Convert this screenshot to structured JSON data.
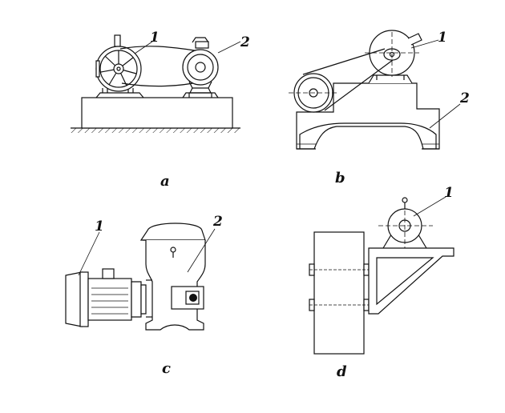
{
  "panels": {
    "a": {
      "caption": "a",
      "labels": {
        "one": "1",
        "two": "2"
      }
    },
    "b": {
      "caption": "b",
      "labels": {
        "one": "1",
        "two": "2"
      }
    },
    "c": {
      "caption": "c",
      "labels": {
        "one": "1",
        "two": "2"
      }
    },
    "d": {
      "caption": "d",
      "labels": {
        "one": "1"
      }
    }
  },
  "colors": {
    "line": "#111111",
    "background": "#ffffff"
  }
}
